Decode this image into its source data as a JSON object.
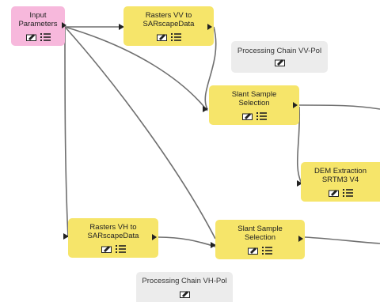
{
  "nodes": {
    "input_parameters": {
      "lines": [
        "Input",
        "Parameters"
      ]
    },
    "rasters_vv": {
      "lines": [
        "Rasters VV to",
        "SARscapeData"
      ]
    },
    "rasters_vh": {
      "lines": [
        "Rasters VH to",
        "SARscapeData"
      ]
    },
    "slant_vv": {
      "lines": [
        "Slant Sample",
        "Selection"
      ]
    },
    "slant_vh": {
      "lines": [
        "Slant Sample",
        "Selection"
      ]
    },
    "dem_extraction": {
      "lines": [
        "DEM Extraction",
        "SRTM3 V4"
      ]
    }
  },
  "groups": {
    "chain_vv": {
      "label": "Processing Chain VV-Pol"
    },
    "chain_vh": {
      "label": "Processing Chain VH-Pol"
    }
  },
  "colors": {
    "step": "#f6e56a",
    "input": "#f7b8dc",
    "group": "#ececec",
    "edge": "#707070"
  }
}
